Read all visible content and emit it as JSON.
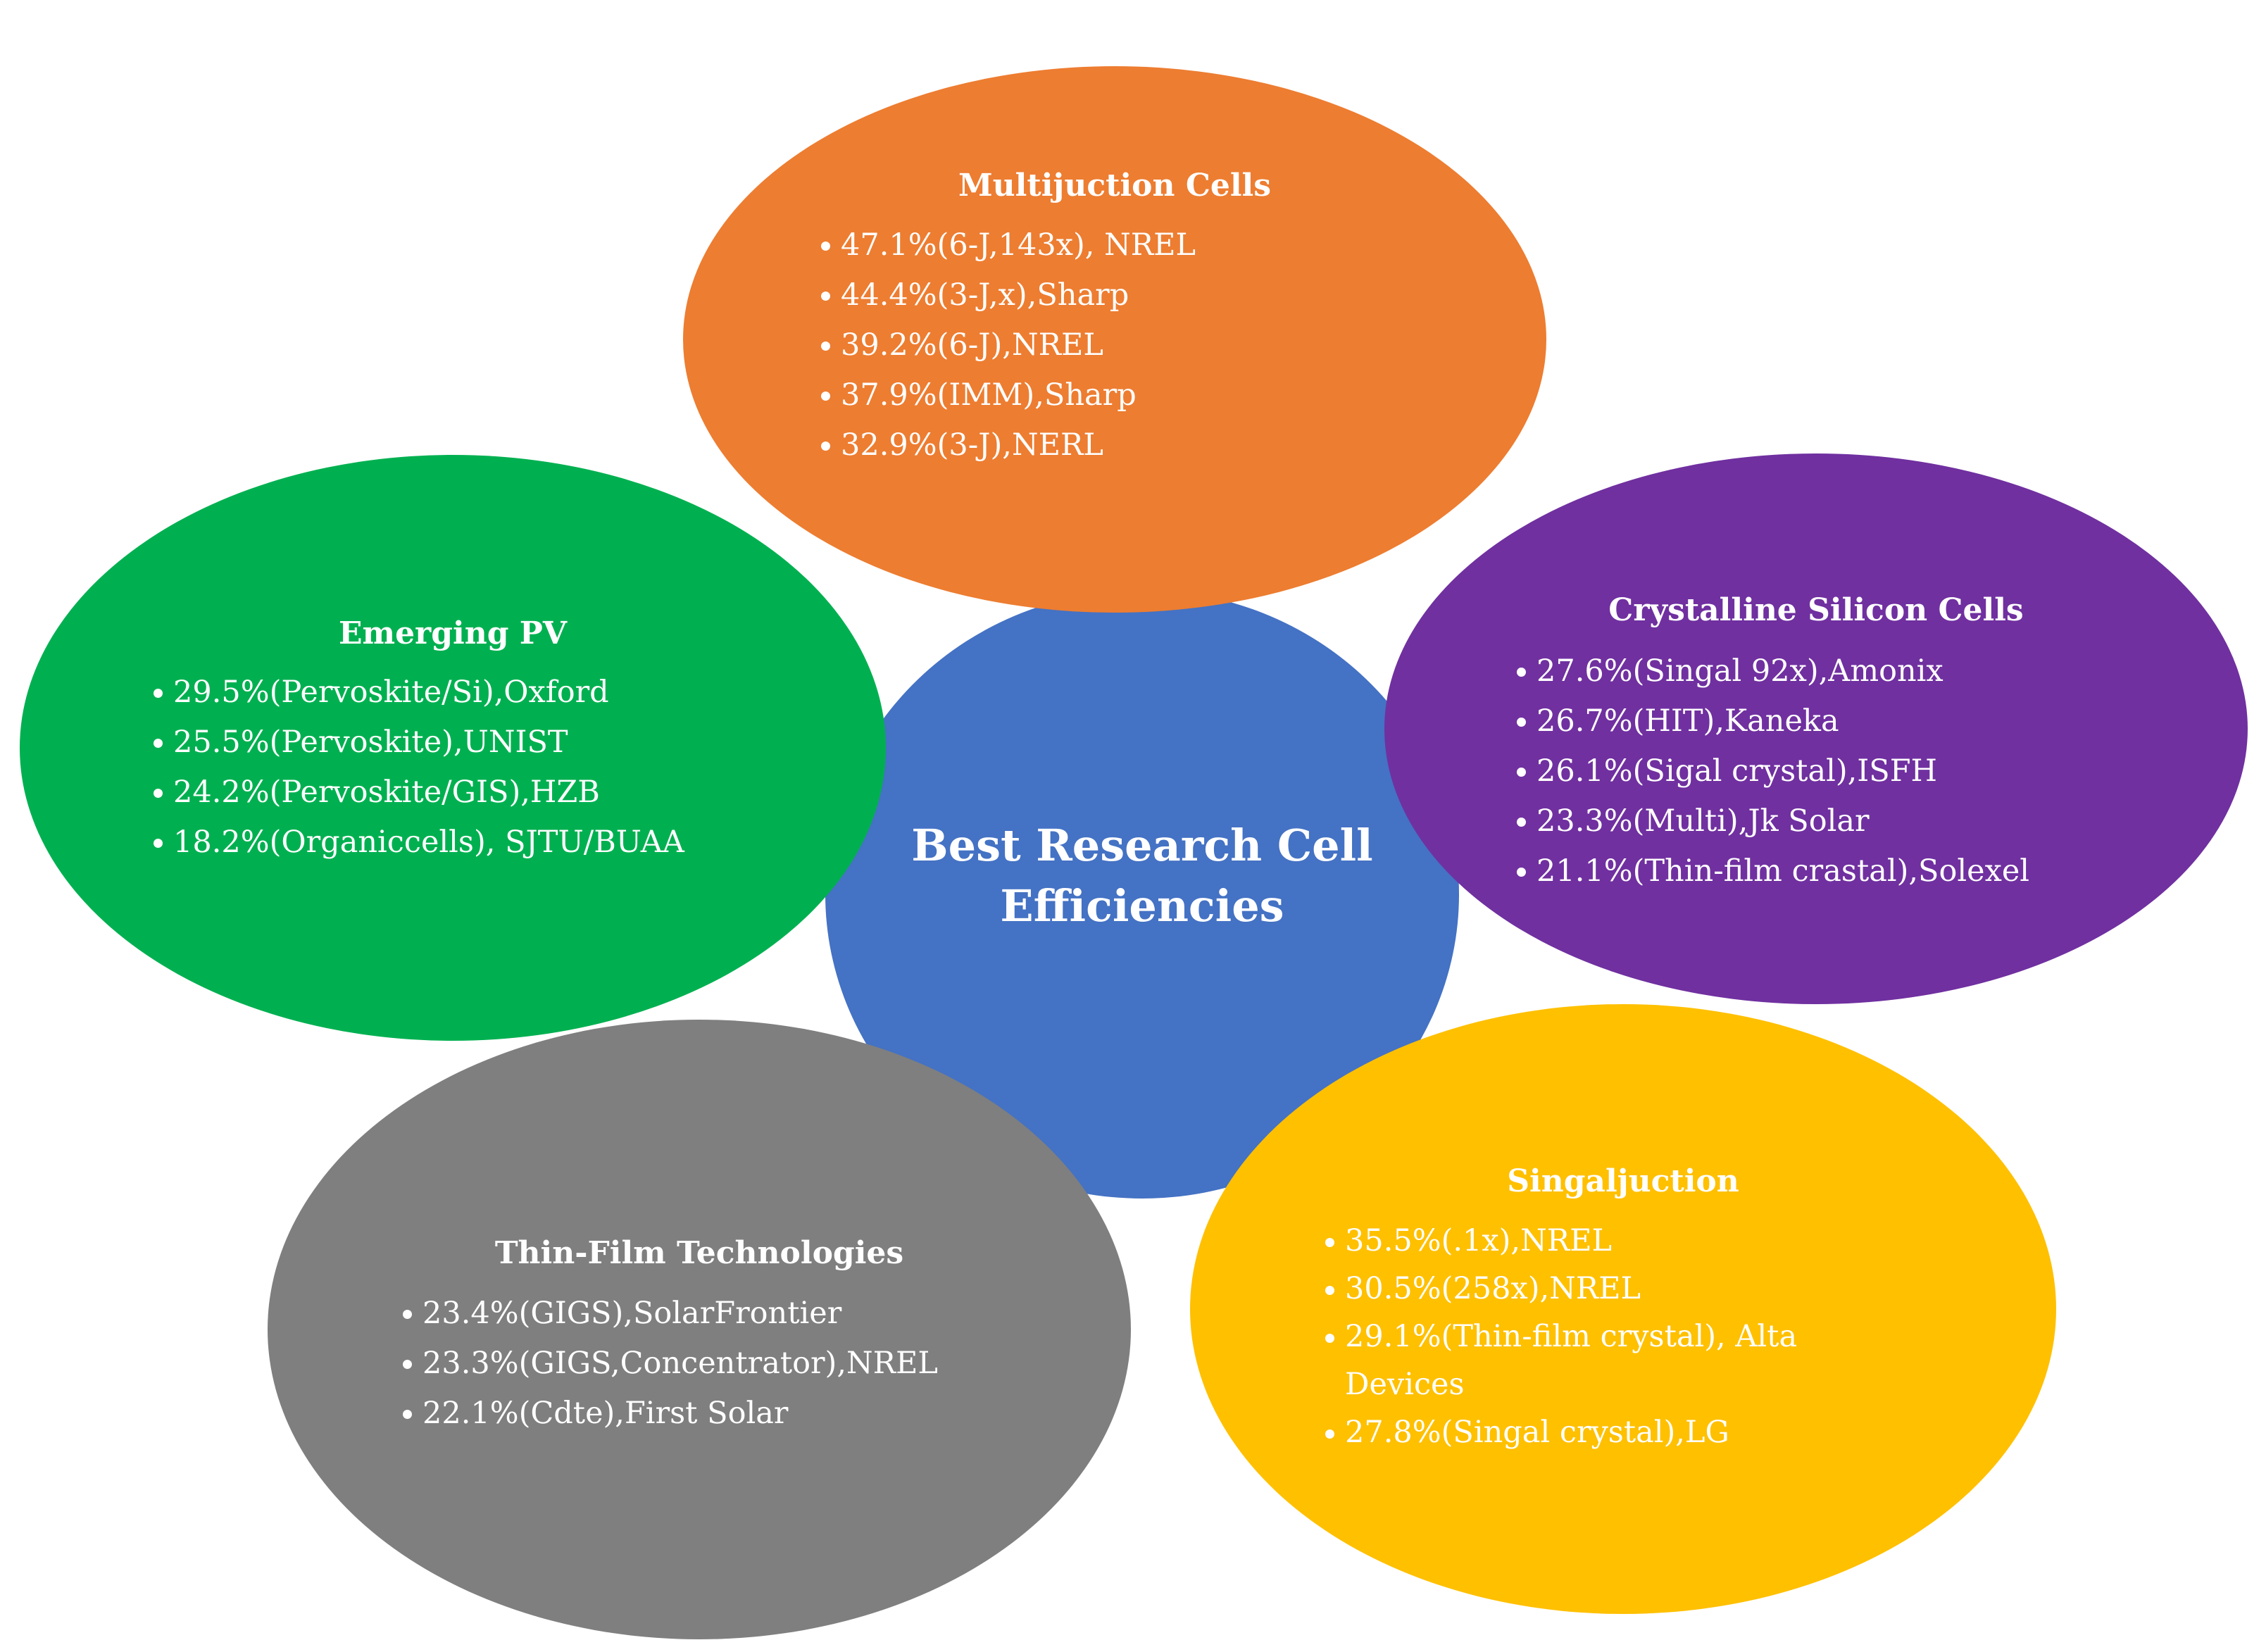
{
  "center": {
    "title_line1": "Best Research Cell",
    "title_line2": "Efficiencies",
    "color": "#4472C4"
  },
  "nodes": {
    "multijunction": {
      "title": "Multijuction Cells",
      "color": "#ED7D31",
      "items": [
        "47.1%(6-J,143x), NREL",
        "44.4%(3-J,x),Sharp",
        "39.2%(6-J),NREL",
        "37.9%(IMM),Sharp",
        "32.9%(3-J),NERL"
      ]
    },
    "emerging": {
      "title": "Emerging PV",
      "color": "#00B050",
      "items": [
        "29.5%(Pervoskite/Si),Oxford",
        "25.5%(Pervoskite),UNIST",
        "24.2%(Pervoskite/GIS),HZB",
        "18.2%(Organiccells), SJTU/BUAA"
      ]
    },
    "crystalline": {
      "title": "Crystalline Silicon Cells",
      "color": "#7030A0",
      "items": [
        "27.6%(Singal 92x),Amonix",
        "26.7%(HIT),Kaneka",
        "26.1%(Sigal crystal),ISFH",
        "23.3%(Multi),Jk Solar",
        "21.1%(Thin-film crastal),Solexel"
      ]
    },
    "thinfilm": {
      "title": "Thin-Film Technologies",
      "color": "#7F7F7F",
      "items": [
        "23.4%(GIGS),SolarFrontier",
        "23.3%(GIGS,Concentrator),NREL",
        "22.1%(Cdte),First Solar"
      ]
    },
    "singaljunction": {
      "title": "Singaljuction",
      "color": "#FFC000",
      "items": [
        "35.5%(.1x),NREL",
        "30.5%(258x),NREL",
        "29.1%(Thin-film crystal), Alta Devices",
        "27.8%(Singal crystal),LG"
      ]
    }
  }
}
